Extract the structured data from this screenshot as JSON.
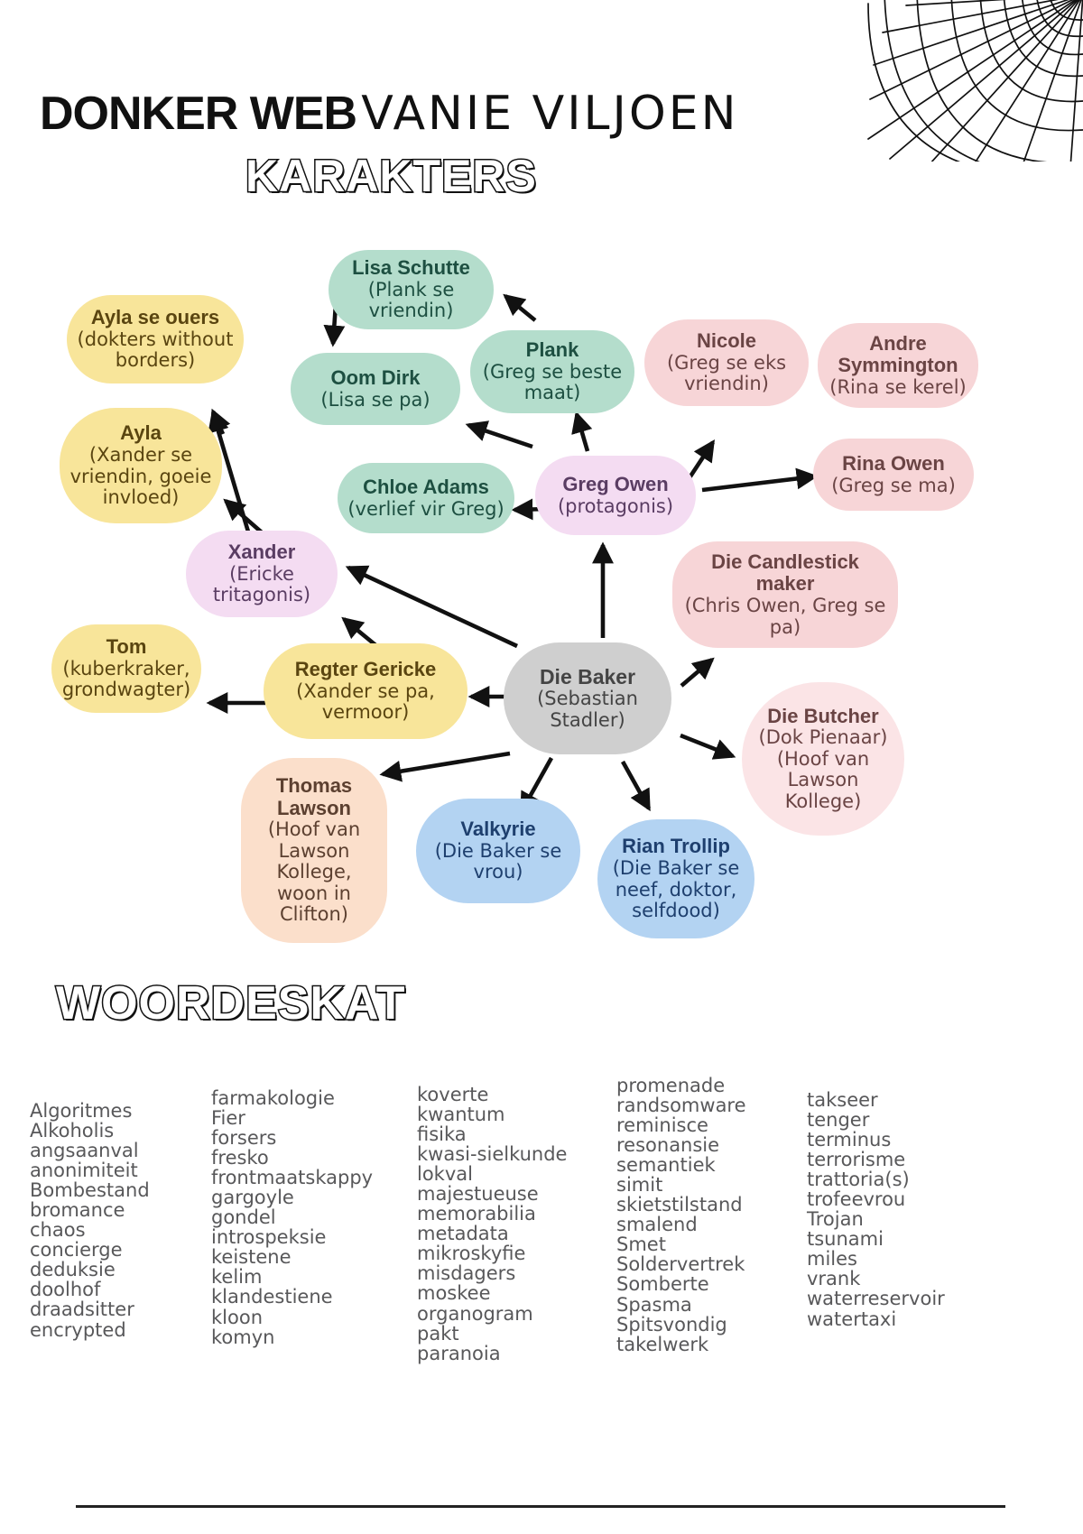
{
  "header": {
    "title_bold": "DONKER WEB",
    "title_light": "VANIE VILJOEN",
    "subtitle": "KARAKTERS",
    "web_icon": "spider-web-icon"
  },
  "section_words_heading": "WOORDESKAT",
  "colors": {
    "green": "#b4ddcc",
    "yellow": "#f8e59a",
    "pink": "#f7d5d7",
    "pink_light": "#fbe4e6",
    "lilac": "#f4dcf2",
    "grey": "#cfcfcf",
    "blue": "#b3d3f2",
    "peach": "#fbdfcb",
    "text_green": "#1d4f41",
    "text_yellow": "#5a4510",
    "text_pink": "#6a4444",
    "text_lilac": "#5a3d63",
    "text_grey": "#444444",
    "text_blue": "#1e3f6e",
    "text_peach": "#5c4030",
    "arrow": "#111111",
    "word_text": "#58585a"
  },
  "map": {
    "nodes": [
      {
        "name": "Lisa Schutte",
        "desc": "(Plank se vriendin)",
        "color": "green"
      },
      {
        "name": "Ayla se ouers",
        "desc": "(dokters without borders)",
        "color": "yellow"
      },
      {
        "name": "Oom Dirk",
        "desc": "(Lisa se pa)",
        "color": "green"
      },
      {
        "name": "Plank",
        "desc": "(Greg se beste maat)",
        "color": "green"
      },
      {
        "name": "Nicole",
        "desc": "(Greg se eks vriendin)",
        "color": "pink"
      },
      {
        "name": "Andre Symmington",
        "desc": "(Rina se kerel)",
        "color": "pink"
      },
      {
        "name": "Ayla",
        "desc": "(Xander se vriendin, goeie invloed)",
        "color": "yellow"
      },
      {
        "name": "Chloe Adams",
        "desc": "(verlief vir Greg)",
        "color": "green"
      },
      {
        "name": "Greg Owen",
        "desc": "(protagonis)",
        "color": "lilac"
      },
      {
        "name": "Rina Owen",
        "desc": "(Greg se ma)",
        "color": "pink"
      },
      {
        "name": "Xander",
        "desc": "(Ericke tritagonis)",
        "color": "lilac"
      },
      {
        "name": "Die Candlestick maker",
        "desc": "(Chris Owen, Greg se pa)",
        "color": "pink"
      },
      {
        "name": "Tom",
        "desc": "(kuberkraker, grondwagter)",
        "color": "yellow"
      },
      {
        "name": "Regter Gericke",
        "desc": "(Xander se pa, vermoor)",
        "color": "yellow"
      },
      {
        "name": "Die Baker",
        "desc": "(Sebastian Stadler)",
        "color": "grey"
      },
      {
        "name": "Die Butcher",
        "desc": "(Dok Pienaar) (Hoof van Lawson Kollege)",
        "color": "pink_light"
      },
      {
        "name": "Thomas Lawson",
        "desc": "(Hoof van Lawson Kollege, woon in Clifton)",
        "color": "peach"
      },
      {
        "name": "Valkyrie",
        "desc": "(Die Baker se vrou)",
        "color": "blue"
      },
      {
        "name": "Rian Trollip",
        "desc": "(Die Baker se neef, doktor, selfdood)",
        "color": "blue"
      }
    ]
  },
  "words": {
    "columns": [
      [
        "Algoritmes",
        "Alkoholis",
        "angsaanval",
        "anonimiteit",
        "Bombestand",
        "bromance",
        " chaos",
        "concierge",
        "deduksie",
        "doolhof",
        "draadsitter",
        "encrypted"
      ],
      [
        "farmakologie",
        "Fier",
        "forsers",
        " fresko",
        "frontmaatskappy",
        "gargoyle",
        "gondel",
        "introspeksie",
        "keistene",
        " kelim",
        "klandestiene",
        "kloon",
        "komyn"
      ],
      [
        "koverte",
        "kwantum",
        "fisika",
        "kwasi-sielkunde",
        "lokval",
        "majestueuse",
        "memorabilia",
        "metadata",
        "mikroskyfie",
        "misdagers",
        "moskee",
        "organogram",
        "pakt",
        "paranoia"
      ],
      [
        "promenade",
        "randsomware",
        "reminisce",
        "resonansie",
        "semantiek",
        "simit",
        "skietstilstand",
        "smalend",
        " Smet",
        "Soldervertrek",
        "Somberte",
        "Spasma",
        "Spitsvondig",
        "takelwerk"
      ],
      [
        "takseer",
        " tenger",
        "terminus",
        "terrorisme",
        "trattoria(s)",
        "trofeevrou",
        "Trojan",
        "tsunami",
        "miles",
        "vrank",
        "waterreservoir",
        "watertaxi"
      ]
    ]
  }
}
